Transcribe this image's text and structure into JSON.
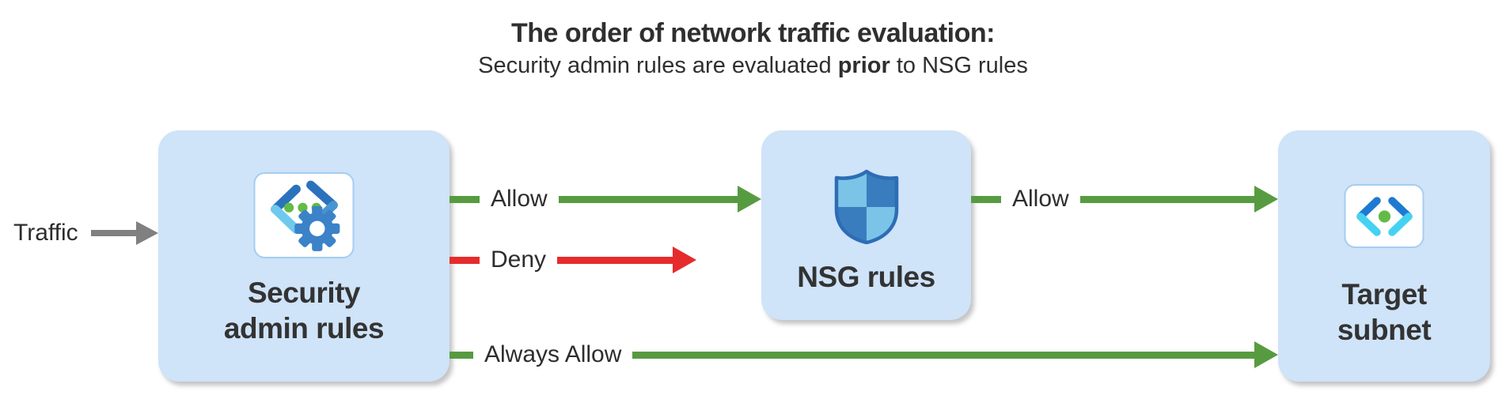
{
  "header": {
    "title": "The order of network traffic evaluation:",
    "subtitle": {
      "before": "Security admin rules are evaluated ",
      "emphasis": "prior",
      "after": " to NSG rules"
    }
  },
  "traffic_source": {
    "label": "Traffic"
  },
  "nodes": {
    "security_admin": {
      "label_line1": "Security",
      "label_line2": "admin rules",
      "icon": "network-manager-gear-icon"
    },
    "nsg": {
      "label": "NSG rules",
      "icon": "nsg-shield-icon"
    },
    "target_subnet": {
      "label_line1": "Target",
      "label_line2": "subnet",
      "icon": "subnet-code-brackets-icon"
    }
  },
  "arrows": {
    "allow_to_nsg": {
      "label": "Allow",
      "color": "#579b41"
    },
    "deny": {
      "label": "Deny",
      "color": "#e62b2c"
    },
    "allow_to_target": {
      "label": "Allow",
      "color": "#579b41"
    },
    "always_allow": {
      "label": "Always Allow",
      "color": "#579b41"
    },
    "traffic": {
      "color": "#808080"
    }
  },
  "colors": {
    "background": "#ffffff",
    "node_fill": "#cfe3f9",
    "text_dark": "#2f2f2f",
    "icon_tile_border": "#a5cdf1",
    "icon_dark_blue": "#2b72bd",
    "icon_medium_blue": "#4796d2",
    "icon_cyan": "#6fc9ee",
    "icon_bright_blue": "#1e7ad0",
    "icon_bright_cyan": "#45d2f2",
    "icon_green": "#62bb46",
    "gear_blue": "#3b82c8",
    "shield_border": "#2d6db4",
    "shield_light": "#7cc3e8",
    "shield_dark": "#3a7dbf"
  }
}
